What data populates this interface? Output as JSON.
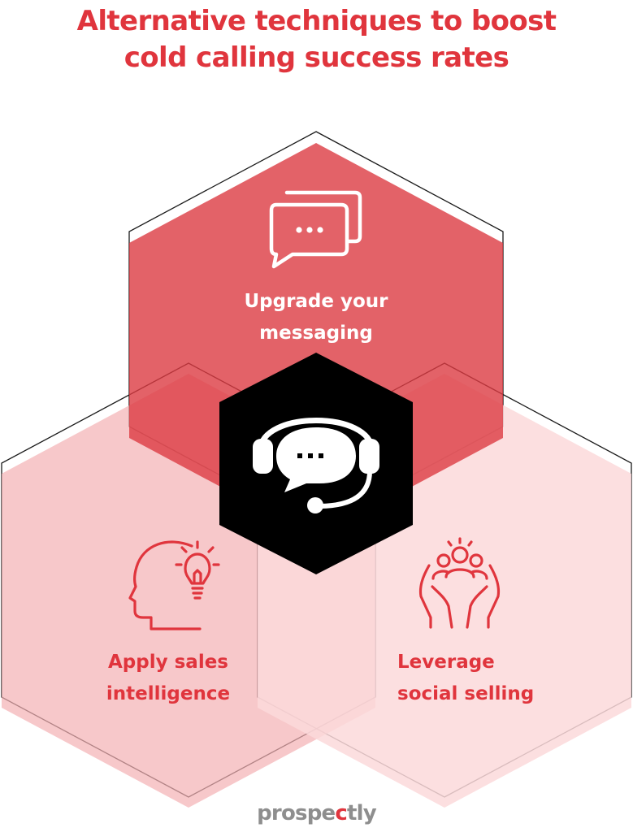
{
  "title": {
    "line1": "Alternative techniques to boost",
    "line2": "cold calling success rates"
  },
  "hexagons": {
    "top": {
      "label_line1": "Upgrade your",
      "label_line2": "messaging",
      "icon": "chat-bubbles-icon"
    },
    "left": {
      "label_line1": "Apply sales",
      "label_line2": "intelligence",
      "icon": "head-lightbulb-icon"
    },
    "right": {
      "label_line1": "Leverage",
      "label_line2": "social selling",
      "icon": "hands-people-icon"
    },
    "center": {
      "icon": "headset-chat-icon"
    }
  },
  "brand": {
    "prefix": "prospe",
    "accent": "c",
    "suffix": "tly"
  },
  "colors": {
    "accent": "#e0353d",
    "top_hex": "#e0535a",
    "side_hex": "#f8c9cb",
    "center_hex": "#000000",
    "brand_gray": "#8e8e8e"
  }
}
